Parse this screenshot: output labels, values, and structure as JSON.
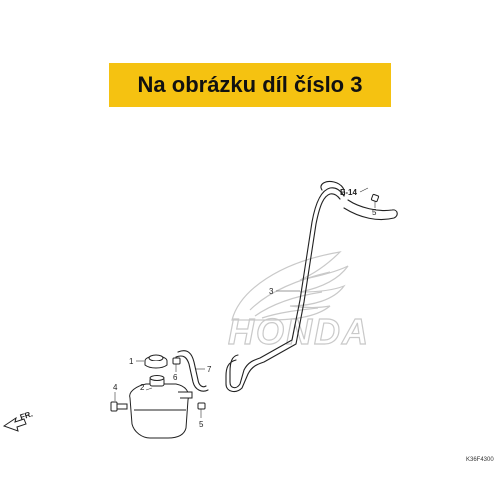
{
  "banner": {
    "text": "Na obrázku díl číslo 3"
  },
  "diagram": {
    "watermark": "HONDA",
    "ref_section": "E-14",
    "direction_label": "FR.",
    "drawing_code": "K36F4300",
    "callouts": [
      "1",
      "2",
      "3",
      "4",
      "5",
      "5",
      "6",
      "7"
    ]
  },
  "colors": {
    "banner_bg": "#f5c211",
    "line": "#222222",
    "watermark": "#c9c9c9"
  }
}
